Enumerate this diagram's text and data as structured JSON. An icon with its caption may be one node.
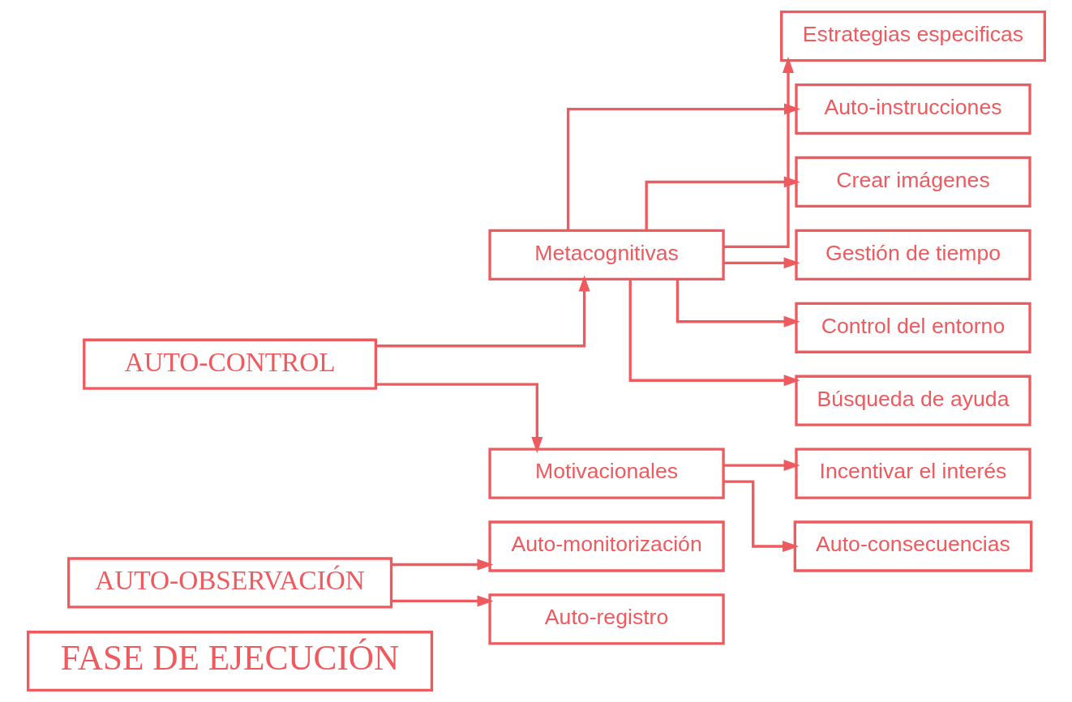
{
  "diagram": {
    "nodes": [
      {
        "text": [
          "FASE DE EJECUCIÓN"
        ]
      },
      {
        "text": [
          "AUTO-OBSERVACIÓN"
        ]
      },
      {
        "text": [
          "AUTO-CONTROL"
        ]
      },
      {
        "text": [
          "Auto-monitorización"
        ]
      },
      {
        "text": [
          "Auto-registro"
        ]
      },
      {
        "text": [
          "Metacognitivas"
        ]
      },
      {
        "text": [
          "Estrategias especificas"
        ]
      },
      {
        "text": [
          "Auto-instrucciones"
        ]
      },
      {
        "text": [
          "Crear imágenes"
        ]
      },
      {
        "text": [
          "Gestión de tiempo"
        ]
      },
      {
        "text": [
          "Control del entorno"
        ]
      },
      {
        "text": [
          "Búsqueda de ayuda"
        ]
      },
      {
        "text": [
          "Motivacionales"
        ]
      },
      {
        "text": [
          "Incentivar el interés"
        ]
      },
      {
        "text": [
          "Auto-consecuencias"
        ]
      }
    ],
    "edges": [
      {
        "from": 1,
        "to": 3,
        "arrow": "to"
      },
      {
        "from": 1,
        "to": 4,
        "arrow": "to"
      },
      {
        "from": 2,
        "to": 5,
        "arrow": "to"
      },
      {
        "from": 2,
        "to": 12,
        "arrow": "to"
      },
      {
        "from": 5,
        "to": 6,
        "arrow": "to"
      },
      {
        "from": 5,
        "to": 7,
        "arrow": "to"
      },
      {
        "from": 5,
        "to": 8,
        "arrow": "to"
      },
      {
        "from": 5,
        "to": 9,
        "arrow": "to"
      },
      {
        "from": 5,
        "to": 10,
        "arrow": "to"
      },
      {
        "from": 5,
        "to": 11,
        "arrow": "to"
      },
      {
        "from": 12,
        "to": 13,
        "arrow": "to"
      },
      {
        "from": 12,
        "to": 14,
        "arrow": "to"
      }
    ]
  }
}
